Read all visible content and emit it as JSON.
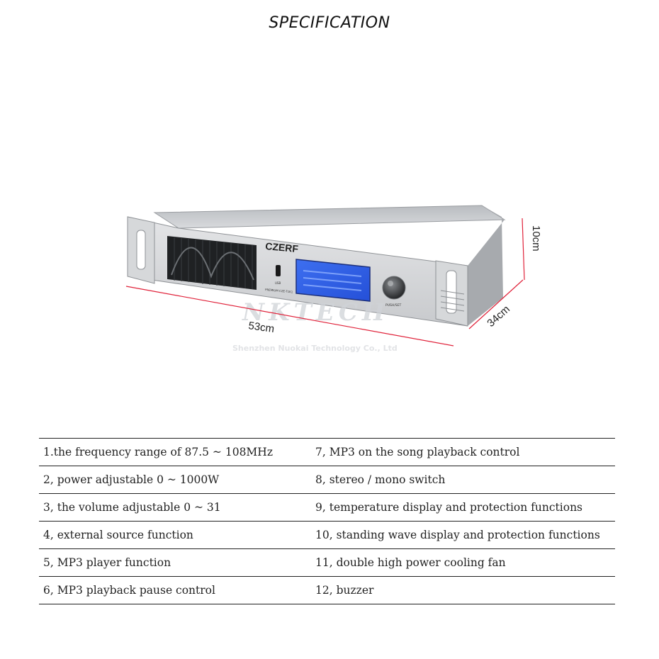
{
  "page": {
    "title": "SPECIFICATION"
  },
  "product": {
    "brand": "CZERF",
    "watermark_line1": "NKTECH",
    "watermark_line2": "Shenzhen Nuokai Technology Co., Ltd",
    "knob_label": "PUSH/SET",
    "usb_label": "USB",
    "model_label": "PREMIUM CZE-T1K1",
    "dimensions": {
      "width": "53cm",
      "depth": "34cm",
      "height": "10cm"
    },
    "dimension_line_color": "#e0223a",
    "lcd_color": "#2f5fe6"
  },
  "specs": {
    "rows": [
      [
        "1.the frequency range of 87.5 ~ 108MHz",
        "7, MP3 on the song playback control"
      ],
      [
        "2, power adjustable 0 ~ 1000W",
        "8, stereo / mono switch"
      ],
      [
        "3, the volume adjustable 0 ~ 31",
        "9, temperature display and protection functions"
      ],
      [
        "4, external source function",
        "10, standing wave display and protection functions"
      ],
      [
        "5, MP3 player function",
        "11, double high power cooling fan"
      ],
      [
        "6, MP3 playback pause control",
        "12, buzzer"
      ]
    ]
  }
}
